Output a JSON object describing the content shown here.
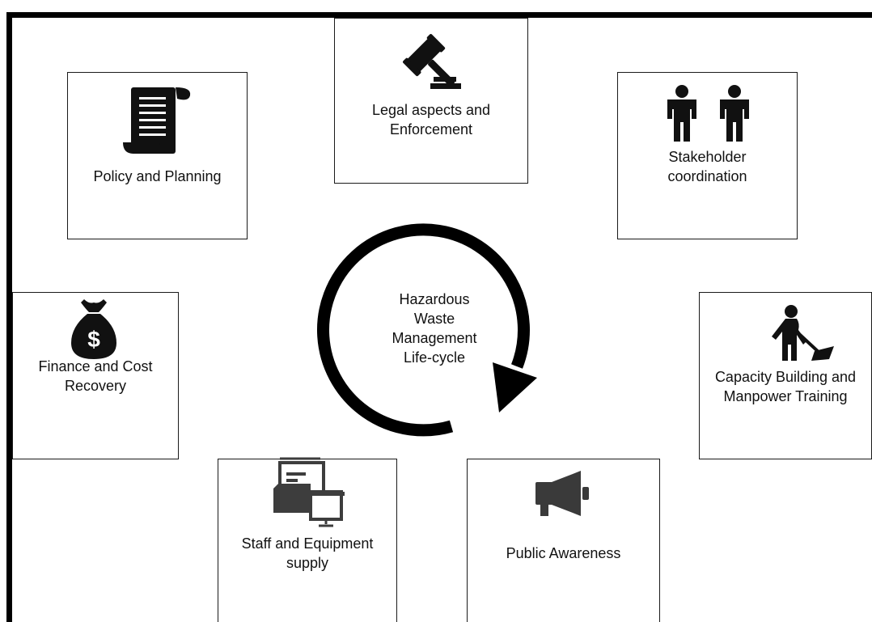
{
  "center": {
    "label": "Hazardous\nWaste\nManagement\nLife-cycle"
  },
  "boxes": {
    "legal": {
      "label": "Legal aspects and\nEnforcement",
      "icon": "gavel-icon"
    },
    "policy": {
      "label": "Policy and Planning",
      "icon": "scroll-document-icon"
    },
    "stakeholder": {
      "label": "Stakeholder\ncoordination",
      "icon": "two-people-icon"
    },
    "finance": {
      "label": "Finance and Cost\nRecovery",
      "icon": "money-bag-icon"
    },
    "capacity": {
      "label": "Capacity Building and\nManpower Training",
      "icon": "worker-shovel-icon"
    },
    "staff": {
      "label": "Staff and Equipment\nsupply",
      "icon": "office-equipment-icon"
    },
    "public": {
      "label": "Public Awareness",
      "icon": "megaphone-icon"
    }
  },
  "colors": {
    "icon": "#111111",
    "megaphone": "#3a3a3a",
    "equipment": "#3d3d3d",
    "stroke": "#000000"
  }
}
